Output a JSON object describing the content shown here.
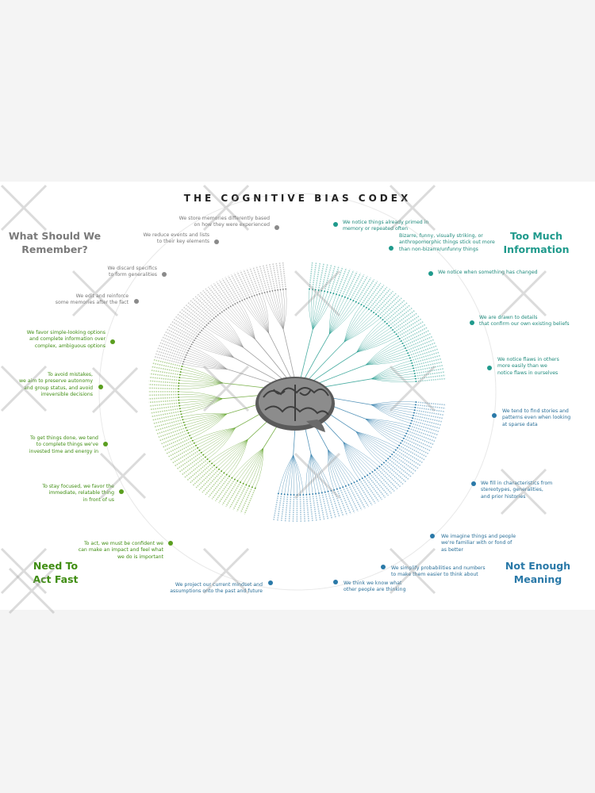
{
  "title": "THE COGNITIVE BIAS CODEX",
  "colors": {
    "remember": "#8a8a8a",
    "too_much": "#1f9a8c",
    "meaning": "#2a79a8",
    "act_fast": "#5a9e1f"
  },
  "quadrants": {
    "remember": "What Should We Remember?",
    "too_much": "Too Much Information",
    "meaning": "Not Enough Meaning",
    "act_fast": "Need To Act Fast"
  },
  "remember_notes": [
    "We store memories differently based\non how they were experienced",
    "We reduce events and lists\nto their key elements",
    "We discard specifics\nto form generalities",
    "We edit and reinforce\nsome memories after the fact"
  ],
  "too_much_notes": [
    "We notice things already primed in\nmemory or repeated often",
    "Bizarre, funny, visually striking, or\nanthropomorphic things stick out more\nthan non-bizarre/unfunny things",
    "We notice when something has changed",
    "We are drawn to details\nthat confirm our own existing beliefs",
    "We notice flaws in others\nmore easily than we\nnotice flaws in ourselves"
  ],
  "meaning_notes": [
    "We tend to find stories and\npatterns even when looking\nat sparse data",
    "We fill in characteristics from\nstereotypes, generalities,\nand prior histories",
    "We imagine things and people\nwe're familiar with or fond of\nas better",
    "We simplify probabilities and numbers\nto make them easier to think about",
    "We think we know what\nother people are thinking",
    "We project our current mindset and\nassumptions onto the past and future"
  ],
  "act_fast_notes": [
    "We favor simple-looking options\nand complete information over\ncomplex, ambiguous options",
    "To avoid mistakes,\nwe aim to preserve autonomy\nand group status, and avoid\nirreversible decisions",
    "To get things done, we tend\nto complete things we've\ninvested time and energy in",
    "To stay focused, we favor the\nimmediate, relatable thing\nin front of us",
    "To act, we must be confident we\ncan make an impact and feel what\nwe do is important"
  ],
  "icons": {
    "brain": "brain-icon",
    "watermark": "watermark-cross-icon"
  }
}
